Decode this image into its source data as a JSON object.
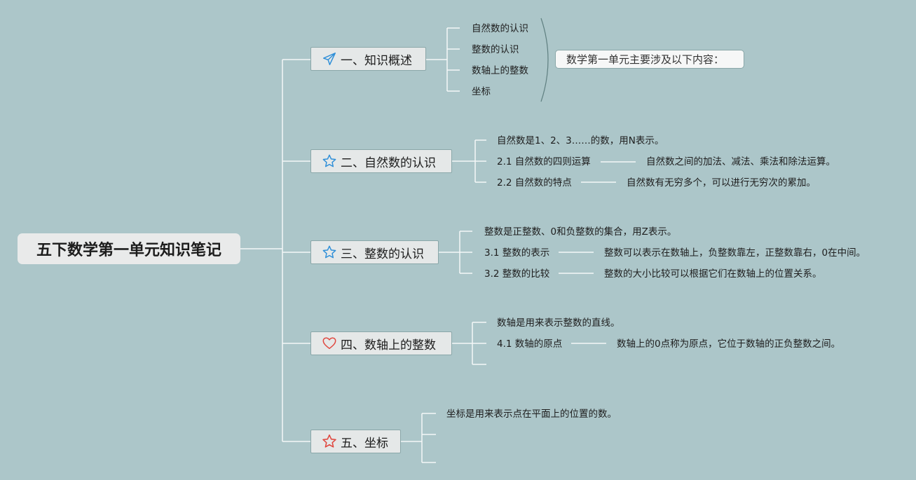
{
  "root": {
    "title": "五下数学第一单元知识笔记"
  },
  "branches": [
    {
      "label": "一、知识概述",
      "icon": "paper-plane-icon",
      "leaves": [
        "自然数的认识",
        "整数的认识",
        "数轴上的整数",
        "坐标"
      ],
      "summary": "数学第一单元主要涉及以下内容："
    },
    {
      "label": "二、自然数的认识",
      "icon": "star-outline-icon",
      "leaves": [
        {
          "text": "自然数是1、2、3……的数，用N表示。"
        },
        {
          "text": "2.1 自然数的四则运算",
          "detail": "自然数之间的加法、减法、乘法和除法运算。"
        },
        {
          "text": "2.2 自然数的特点",
          "detail": "自然数有无穷多个，可以进行无穷次的累加。"
        }
      ]
    },
    {
      "label": "三、整数的认识",
      "icon": "star-outline-icon",
      "leaves": [
        {
          "text": "整数是正整数、0和负整数的集合，用Z表示。"
        },
        {
          "text": "3.1 整数的表示",
          "detail": "整数可以表示在数轴上，负整数靠左，正整数靠右，0在中间。"
        },
        {
          "text": "3.2 整数的比较",
          "detail": "整数的大小比较可以根据它们在数轴上的位置关系。"
        }
      ]
    },
    {
      "label": "四、数轴上的整数",
      "icon": "heart-outline-icon",
      "leaves": [
        {
          "text": "数轴是用来表示整数的直线。"
        },
        {
          "text": "4.1 数轴的原点",
          "detail": "数轴上的0点称为原点，它位于数轴的正负整数之间。"
        }
      ]
    },
    {
      "label": "五、坐标",
      "icon": "star-outline-red-icon",
      "leaves": [
        {
          "text": "坐标是用来表示点在平面上的位置的数。"
        }
      ]
    }
  ],
  "colors": {
    "background": "#acc6c9",
    "connector": "#f4f7f7",
    "icon_blue": "#2f8fd8",
    "icon_red": "#e0473f",
    "bracket": "#5f7f80"
  }
}
